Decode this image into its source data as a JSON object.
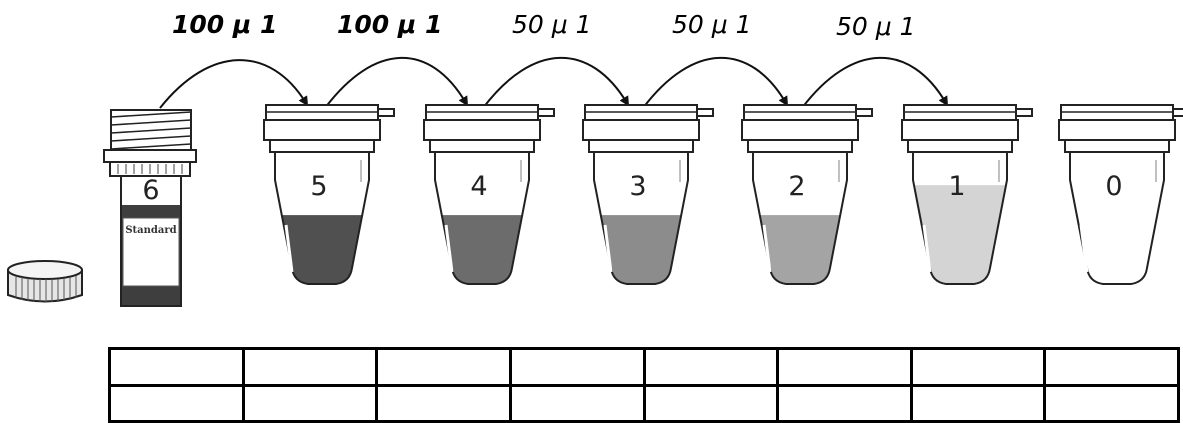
{
  "transfer_volumes": [
    {
      "text": "100 μ 1",
      "weight": "bold"
    },
    {
      "text": "100 μ 1",
      "weight": "bold"
    },
    {
      "text": "50 μ 1",
      "weight": "normal"
    },
    {
      "text": "50 μ 1",
      "weight": "normal"
    },
    {
      "text": "50 μ 1",
      "weight": "normal"
    }
  ],
  "standard_vial": {
    "number": "6",
    "label": "Standard"
  },
  "tubes": [
    {
      "number": "5",
      "fill_level": 0.53,
      "fill_color": "#505050"
    },
    {
      "number": "4",
      "fill_level": 0.53,
      "fill_color": "#6c6c6c"
    },
    {
      "number": "3",
      "fill_level": 0.53,
      "fill_color": "#8c8c8c"
    },
    {
      "number": "2",
      "fill_level": 0.53,
      "fill_color": "#a4a4a4"
    },
    {
      "number": "1",
      "fill_level": 0.76,
      "fill_color": "#d4d4d4"
    },
    {
      "number": "0",
      "fill_level": 0,
      "fill_color": "#ffffff"
    }
  ],
  "table": {
    "rows": 2,
    "columns": 8
  }
}
